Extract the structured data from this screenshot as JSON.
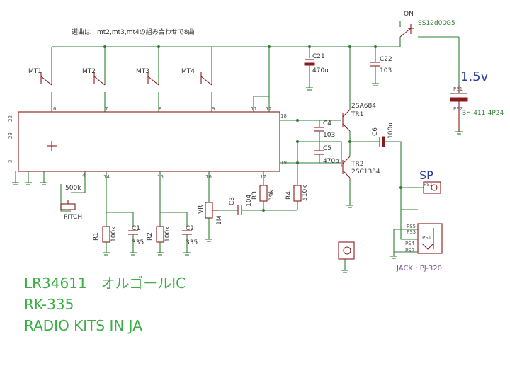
{
  "note_selection": "選曲は　mt2,mt3,mt4の組み合わせで8曲",
  "power": {
    "switch_state": "ON",
    "switch_part": "SS12d00G5",
    "voltage": "1.5v",
    "holder_part": "BH-411-4P24"
  },
  "switches": [
    "MT1",
    "MT2",
    "MT3",
    "MT4"
  ],
  "components": {
    "c21": "C21",
    "c21_val": "470u",
    "c22": "C22",
    "c22_val": "103",
    "c4": "C4",
    "c4_val": "103",
    "c5": "C5",
    "c5_val": "470p",
    "c6": "C6",
    "c6_val": "100u",
    "c1": "C1",
    "c1_val": "335",
    "c2": "C2",
    "c2_val": "335",
    "c3": "C3",
    "c3_val": "104",
    "r1": "R1",
    "r1_val": "100k",
    "r2": "R2",
    "r2_val": "100k",
    "r3": "R3",
    "r3_val": "39k",
    "r4": "R4",
    "r4_val": "510k",
    "vr": "VR",
    "vr_val": "1M",
    "pitch": "PITCH",
    "pitch_val": "500k",
    "tr1": "TR1",
    "tr1_part": "2SA684",
    "tr2": "TR2",
    "tr2_part": "2SC1384",
    "sp": "SP",
    "jack": "JACK : PJ-320",
    "jack_pins": [
      "PS5",
      "PS3",
      "PS4",
      "PS2",
      "PS1"
    ]
  },
  "title": {
    "line1": "LR34611　オルゴールIC",
    "line2": "RK-335",
    "line3": "RADIO KITS IN JA"
  }
}
